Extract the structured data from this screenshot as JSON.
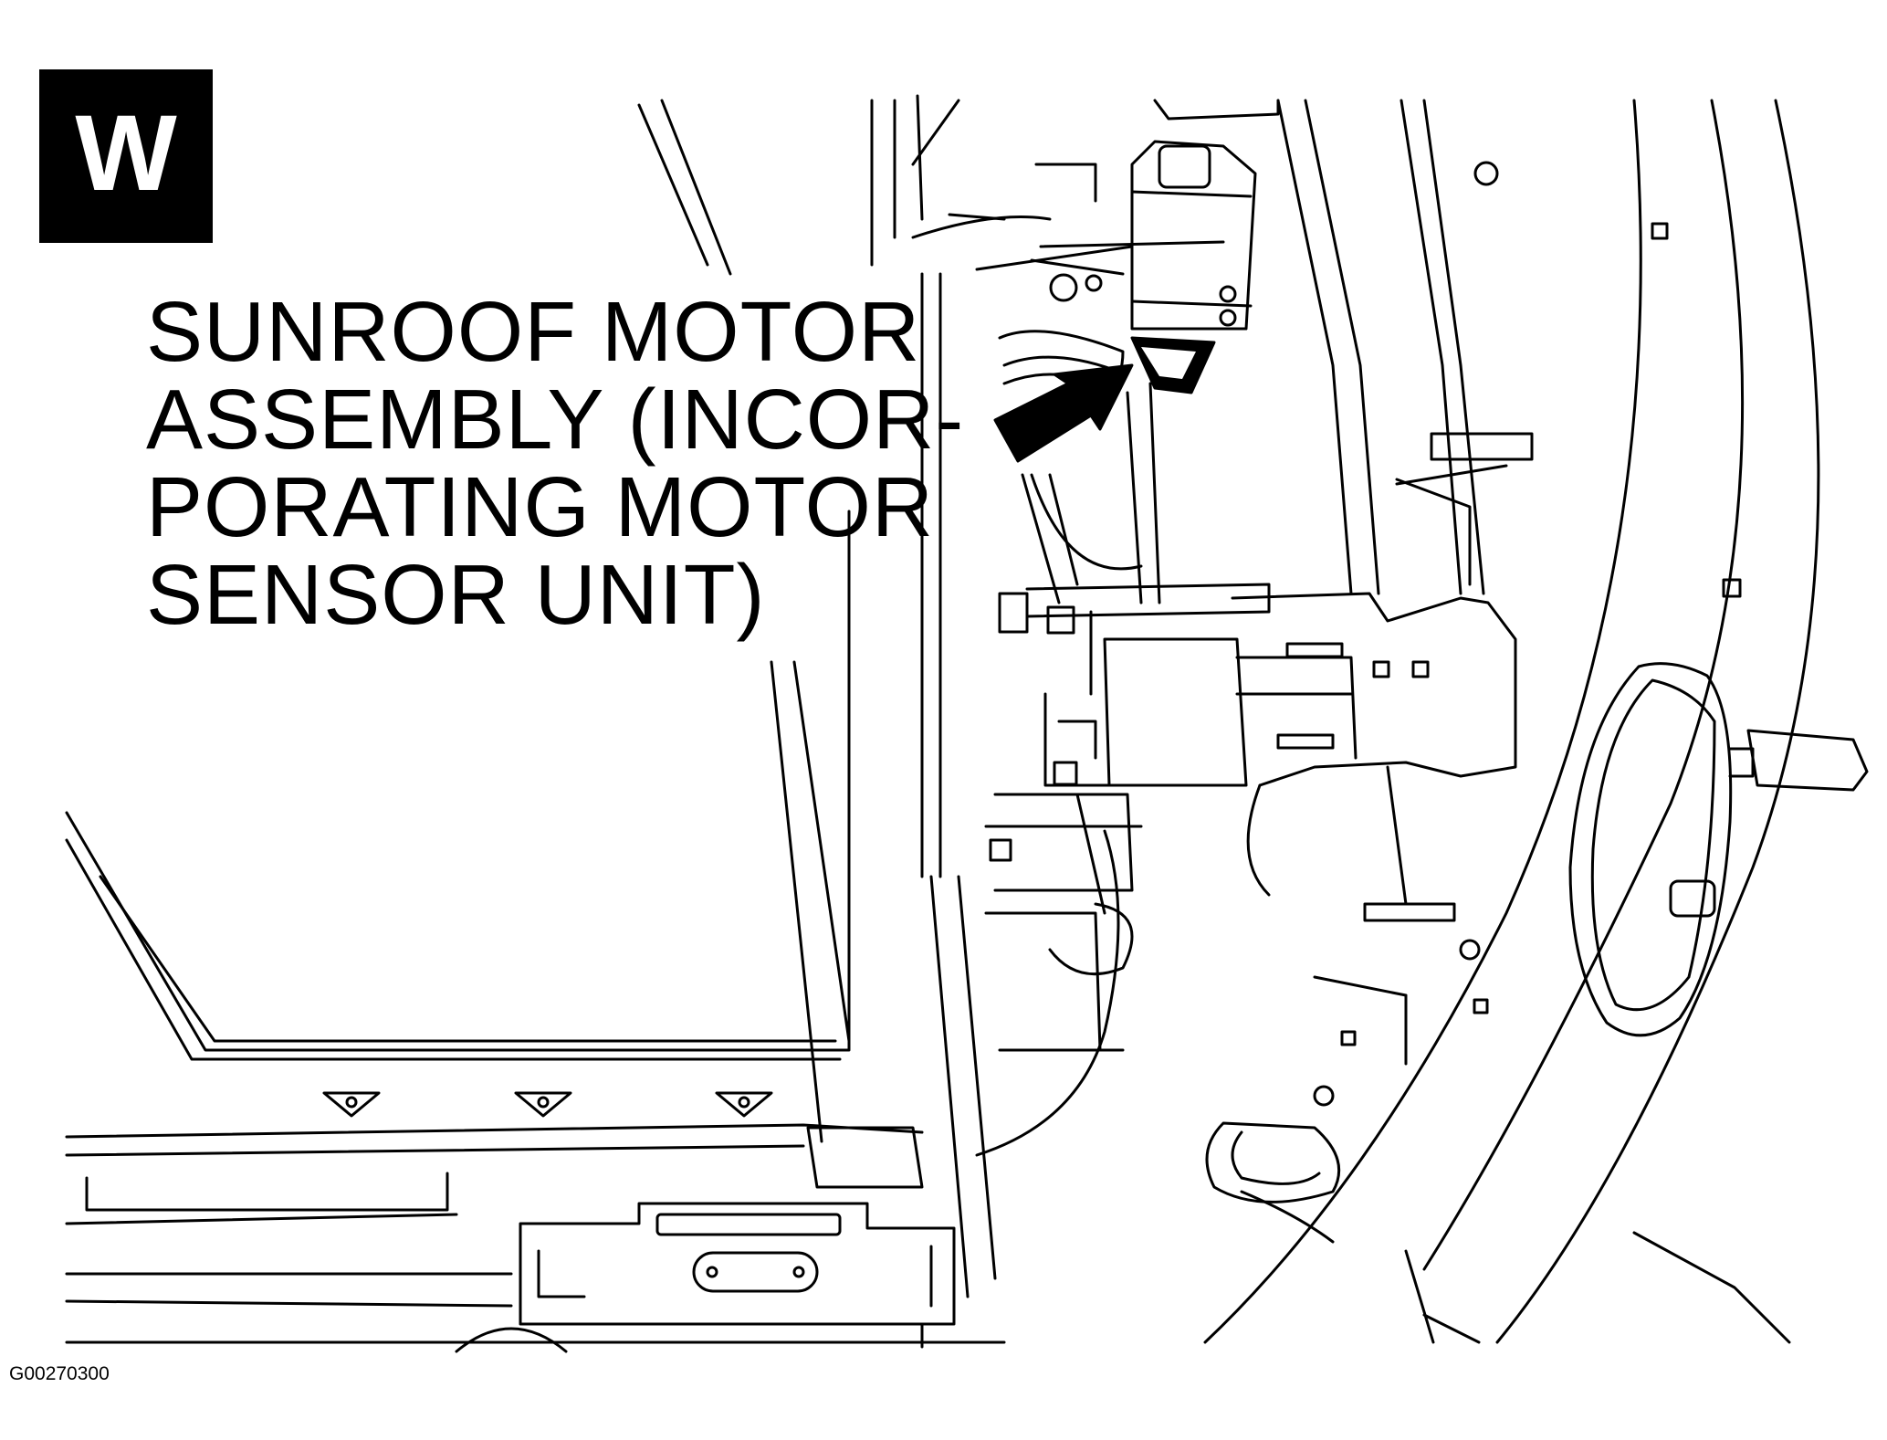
{
  "badge": {
    "letter": "W"
  },
  "callout": {
    "lines": [
      "SUNROOF MOTOR",
      "ASSEMBLY (INCOR-",
      "PORATING MOTOR",
      "SENSOR UNIT)"
    ]
  },
  "figure": {
    "id": "G00270300"
  },
  "colors": {
    "line": "#000000",
    "background": "#ffffff",
    "badge": "#000000"
  }
}
